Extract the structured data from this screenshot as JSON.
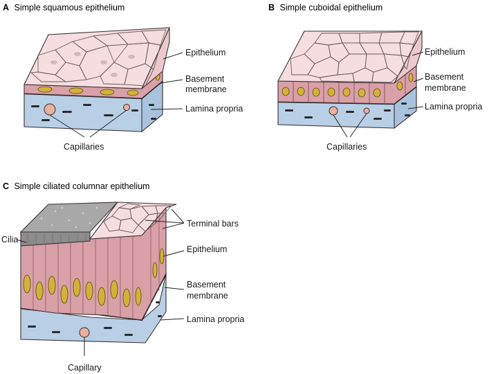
{
  "panels": {
    "a": {
      "letter": "A",
      "title": "Simple squamous epithelium",
      "labels": {
        "epithelium": "Epithelium",
        "basement_1": "Basement",
        "basement_2": "membrane",
        "lamina": "Lamina propria",
        "capillaries": "Capillaries"
      }
    },
    "b": {
      "letter": "B",
      "title": "Simple cuboidal epithelium",
      "labels": {
        "epithelium": "Epithelium",
        "basement_1": "Basement",
        "basement_2": "membrane",
        "lamina": "Lamina propria",
        "capillaries": "Capillaries"
      }
    },
    "c": {
      "letter": "C",
      "title": "Simple ciliated columnar epithelium",
      "labels": {
        "terminal_bars": "Terminal bars",
        "cilia": "Cilia",
        "epithelium": "Epithelium",
        "basement_1": "Basement",
        "basement_2": "membrane",
        "lamina": "Lamina propria",
        "capillary": "Capillary"
      }
    }
  },
  "colors": {
    "epithelium_surface": "#f5dde0",
    "epithelium_side": "#d9a0a8",
    "nucleus": "#d4b23a",
    "lamina": "#b8cfe6",
    "capillary": "#e8b0a0",
    "cilia": "#9a9a9a"
  }
}
